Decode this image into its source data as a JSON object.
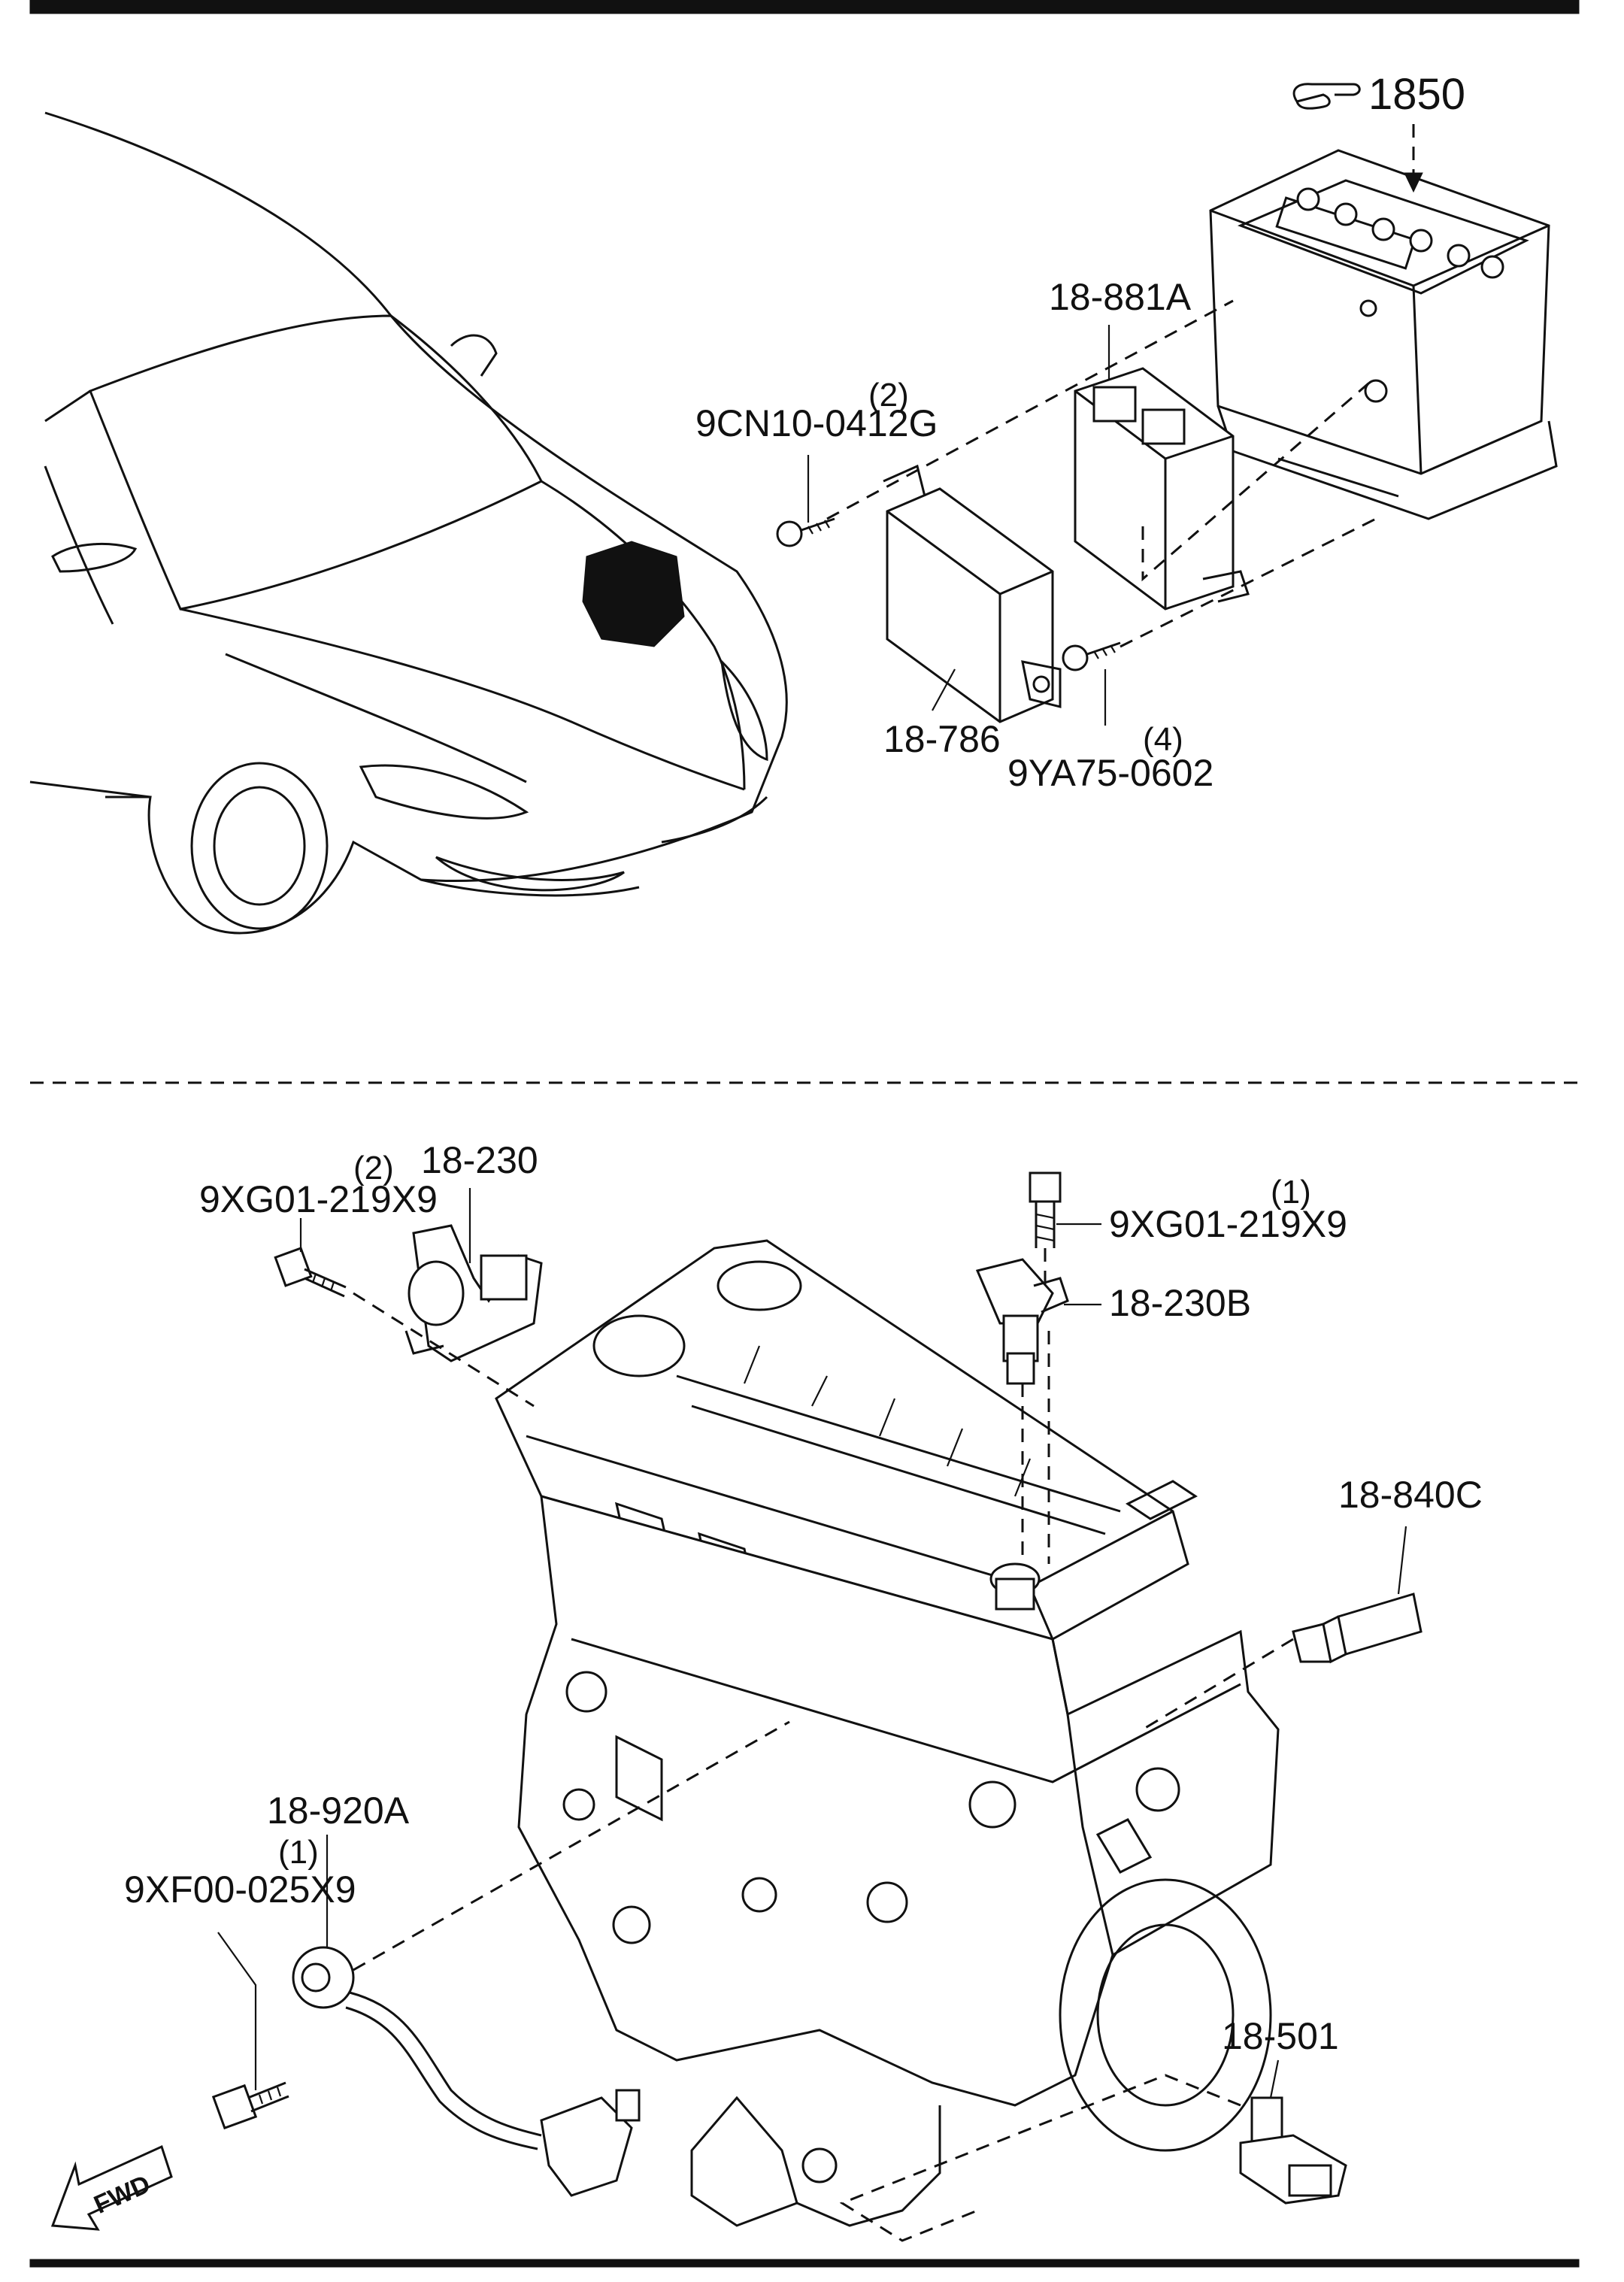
{
  "top_section": {
    "reference_label": "1850",
    "reference_icon": "pointing-hand-icon",
    "parts": {
      "ecm": "18-881A",
      "bracket": "18-786",
      "screw_top": "9CN10-0412G",
      "screw_top_qty": "(2)",
      "screw_bottom": "9YA75-0602",
      "screw_bottom_qty": "(4)"
    }
  },
  "bottom_section": {
    "parts": {
      "cam_sensor": "18-230",
      "cam_bolt": "9XG01-219X9",
      "cam_bolt_qty": "(2)",
      "cam_sensor_b": "18-230B",
      "cam_b_bolt": "9XG01-219X9",
      "cam_b_bolt_qty": "(1)",
      "oil_switch": "18-840C",
      "knock_sensor": "18-920A",
      "knock_bolt": "9XF00-025X9",
      "knock_bolt_qty": "(1)",
      "crank_sensor": "18-501"
    },
    "direction_marker": "FWD"
  }
}
